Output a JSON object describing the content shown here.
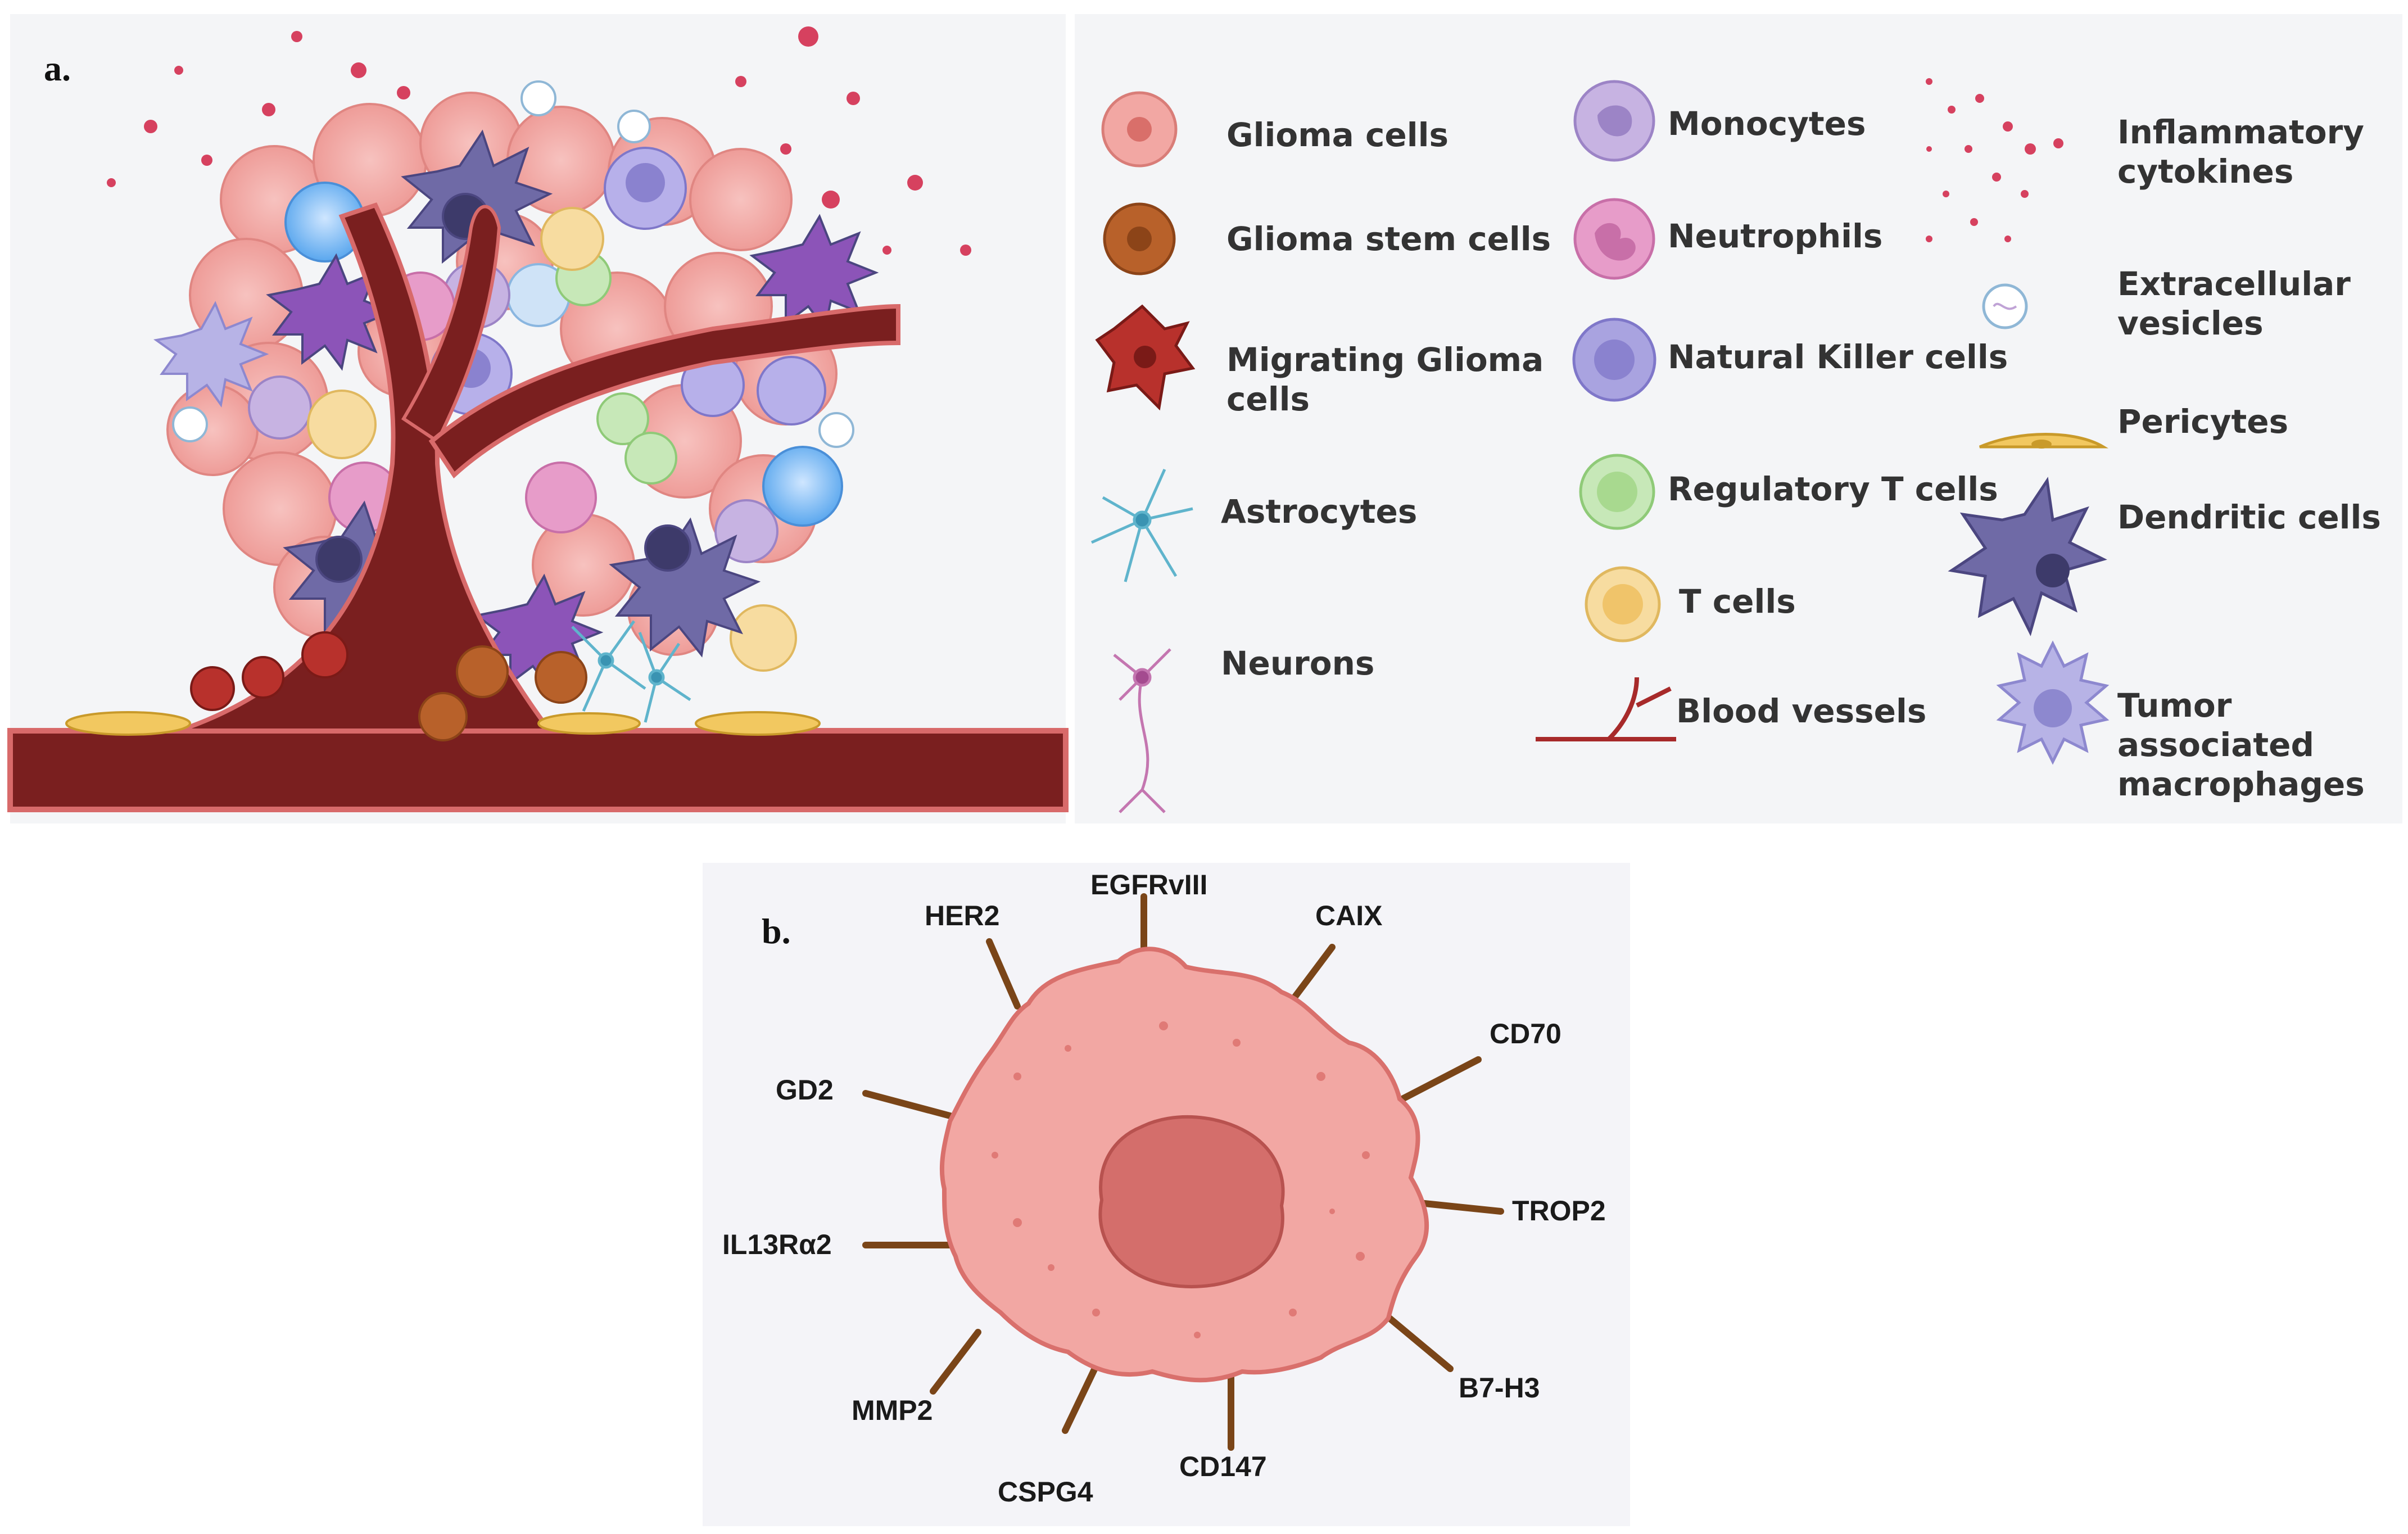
{
  "panel_a": {
    "label": "a."
  },
  "legend": {
    "col1": [
      {
        "icon": "glioma-cell-icon",
        "label": "Glioma cells"
      },
      {
        "icon": "glioma-stem-cell-icon",
        "label": "Glioma stem cells"
      },
      {
        "icon": "migrating-glioma-cell-icon",
        "label": "Migrating Glioma\ncells"
      },
      {
        "icon": "astrocyte-icon",
        "label": "Astrocytes"
      },
      {
        "icon": "neuron-icon",
        "label": "Neurons"
      }
    ],
    "col2": [
      {
        "icon": "monocyte-icon",
        "label": "Monocytes"
      },
      {
        "icon": "neutrophil-icon",
        "label": "Neutrophils"
      },
      {
        "icon": "natural-killer-cell-icon",
        "label": "Natural Killer cells"
      },
      {
        "icon": "regulatory-t-cell-icon",
        "label": "Regulatory T cells"
      },
      {
        "icon": "t-cell-icon",
        "label": "T cells"
      },
      {
        "icon": "blood-vessel-icon",
        "label": "Blood vessels"
      }
    ],
    "col3": [
      {
        "icon": "inflammatory-cytokines-icon",
        "label": "Inflammatory\ncytokines"
      },
      {
        "icon": "extracellular-vesicle-icon",
        "label": "Extracellular\nvesicles"
      },
      {
        "icon": "pericyte-icon",
        "label": "Pericytes"
      },
      {
        "icon": "dendritic-cell-icon",
        "label": "Dendritic cells"
      },
      {
        "icon": "tumor-associated-macrophage-icon",
        "label": "Tumor associated\nmacrophages"
      }
    ]
  },
  "panel_b": {
    "label": "b.",
    "markers": [
      "EGFRvIII",
      "HER2",
      "CAIX",
      "CD70",
      "GD2",
      "TROP2",
      "IL13Rα2",
      "B7-H3",
      "MMP2",
      "CD147",
      "CSPG4"
    ]
  },
  "colors": {
    "glioma": "#f2a7a3",
    "glioma_dark": "#d96f6a",
    "vessel": "#7a1f1f",
    "stem": "#b8612a",
    "migrating": "#b8312c",
    "astrocyte": "#5fb4cc",
    "neuron": "#c476b0",
    "monocyte": "#c7b3e2",
    "neutrophil": "#e79cc9",
    "nk": "#a9a3e0",
    "treg": "#c7e8b8",
    "tcell": "#f7dca0",
    "pericyte": "#f2c860",
    "dendritic": "#6f6aa6",
    "macrophage": "#b7b3e6",
    "marker_stick": "#7a4518"
  }
}
